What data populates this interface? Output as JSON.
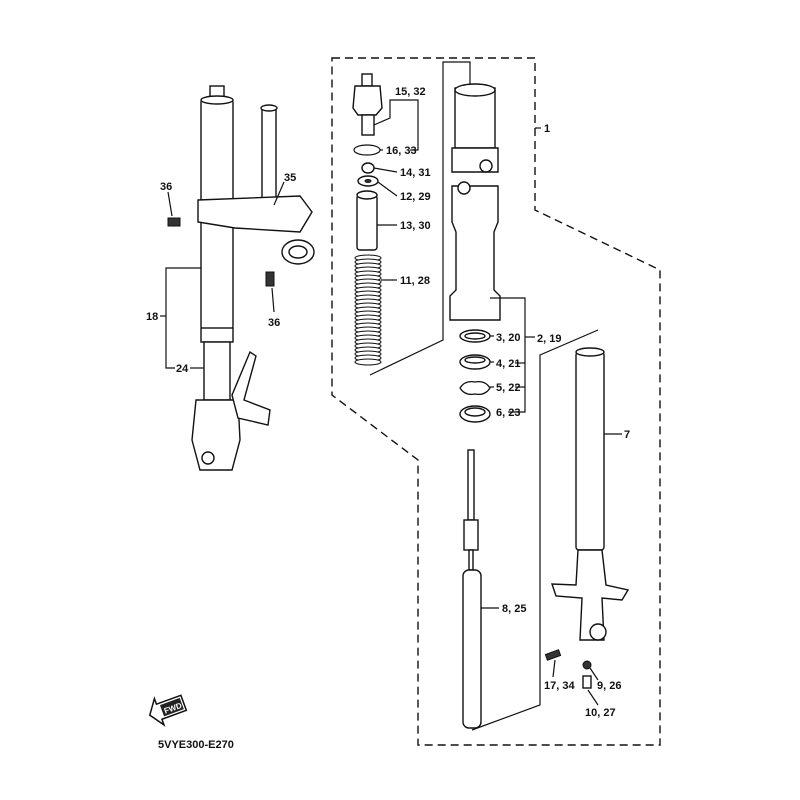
{
  "diagram": {
    "title_code": "5VYE300-E270",
    "fwd_label": "FWD",
    "callouts": {
      "c1": "1",
      "c2_19": "2, 19",
      "c3_20": "3, 20",
      "c4_21": "4, 21",
      "c5_22": "5, 22",
      "c6_23": "6, 23",
      "c7": "7",
      "c8_25": "8, 25",
      "c9_26": "9, 26",
      "c10_27": "10, 27",
      "c11_28": "11, 28",
      "c12_29": "12, 29",
      "c13_30": "13, 30",
      "c14_31": "14, 31",
      "c15_32": "15, 32",
      "c16_33": "16, 33",
      "c17_34": "17, 34",
      "c18": "18",
      "c24": "24",
      "c35": "35",
      "c36a": "36",
      "c36b": "36"
    }
  }
}
